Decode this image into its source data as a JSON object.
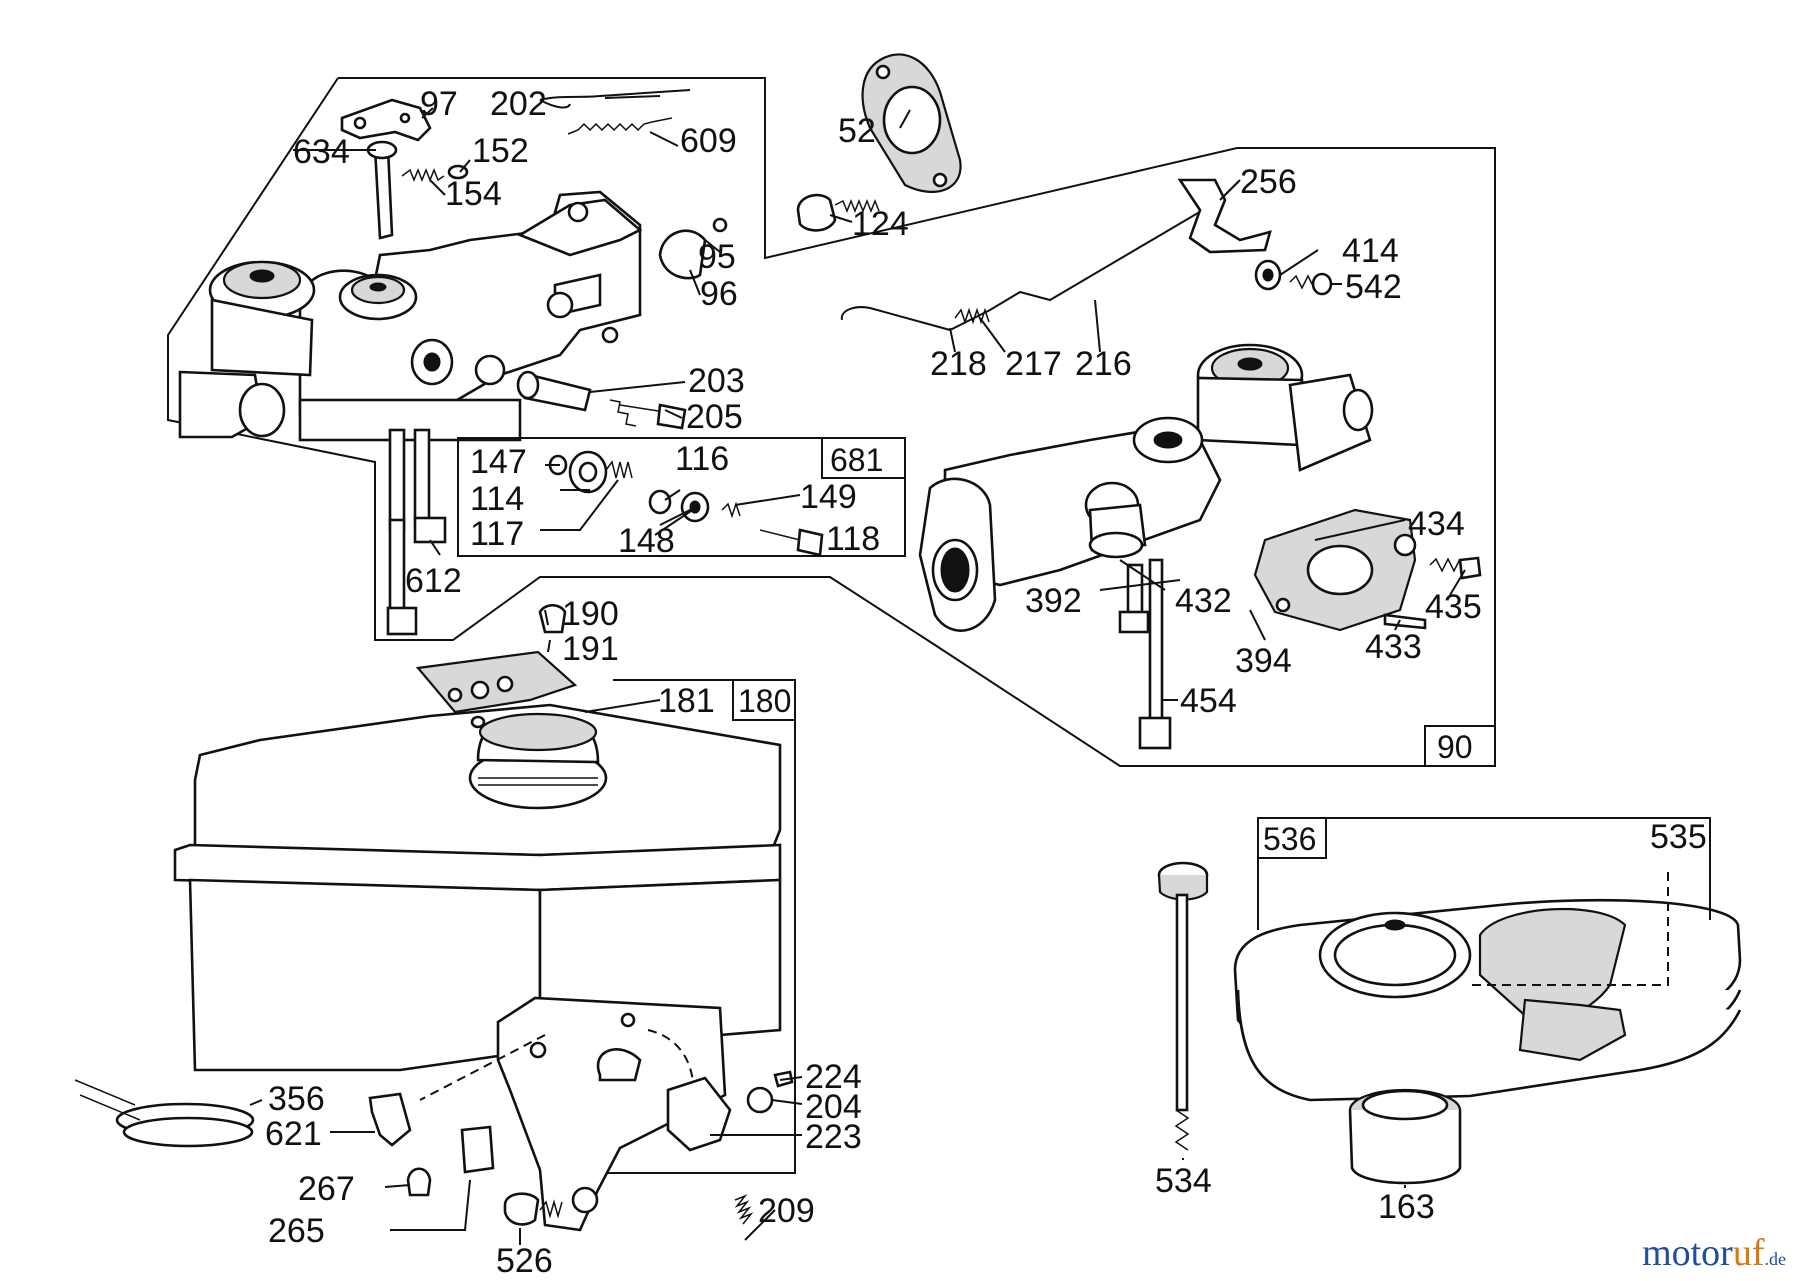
{
  "diagram": {
    "group_boxes": {
      "carburetor_group": "90",
      "repair_kit": "681",
      "fuel_tank_group": "180",
      "air_cleaner_group": "536"
    },
    "labels": {
      "p97": "97",
      "p202": "202",
      "p609": "609",
      "p634": "634",
      "p152": "152",
      "p154": "154",
      "p95": "95",
      "p96": "96",
      "p203": "203",
      "p205": "205",
      "p612": "612",
      "p52": "52",
      "p124": "124",
      "p256": "256",
      "p414": "414",
      "p542": "542",
      "p218": "218",
      "p217": "217",
      "p216": "216",
      "p147": "147",
      "p116": "116",
      "p114": "114",
      "p149": "149",
      "p117": "117",
      "p148": "148",
      "p118": "118",
      "p434": "434",
      "p435": "435",
      "p392": "392",
      "p432": "432",
      "p394": "394",
      "p433": "433",
      "p454": "454",
      "p190": "190",
      "p191": "191",
      "p181": "181",
      "p356": "356",
      "p621": "621",
      "p224": "224",
      "p204": "204",
      "p223": "223",
      "p267": "267",
      "p265": "265",
      "p209": "209",
      "p526": "526",
      "p535": "535",
      "p534": "534",
      "p163": "163"
    }
  },
  "watermark": {
    "brand_a": "motor",
    "brand_b": "uf",
    "tld": ".de"
  }
}
